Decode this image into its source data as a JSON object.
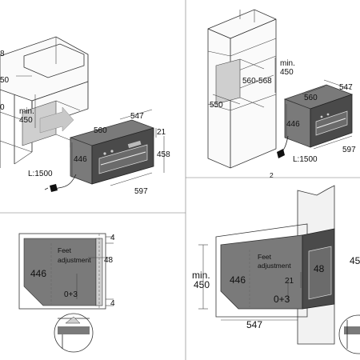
{
  "panel_tl": {
    "dims": {
      "edge_top": "8",
      "edge_mid": "50",
      "edge_low": "0",
      "min_label": "min.",
      "min_value": "450",
      "d547": "547",
      "d560": "560",
      "d21": "21",
      "d446": "446",
      "d458": "458",
      "d597": "597",
      "cable": "L:1500"
    }
  },
  "panel_tr": {
    "dims": {
      "min_label": "min.",
      "min_value": "450",
      "d560_568": "560-568",
      "d550": "550",
      "d547": "547",
      "d560": "560",
      "d446": "446",
      "d597": "597",
      "cable": "L:1500"
    },
    "figure_number": "2"
  },
  "panel_bl": {
    "feet_label_1": "Feet",
    "feet_label_2": "adjustment",
    "d446": "446",
    "d0_3": "0+3",
    "d4_top": "4",
    "d48": "48",
    "d4_bot": "4"
  },
  "panel_br": {
    "min_label": "min.",
    "min_value": "450",
    "feet_label_1": "Feet",
    "feet_label_2": "adjustment",
    "d446": "446",
    "d21": "21",
    "d0_3": "0+3",
    "d48": "48",
    "d547": "547",
    "d45x": "45"
  }
}
